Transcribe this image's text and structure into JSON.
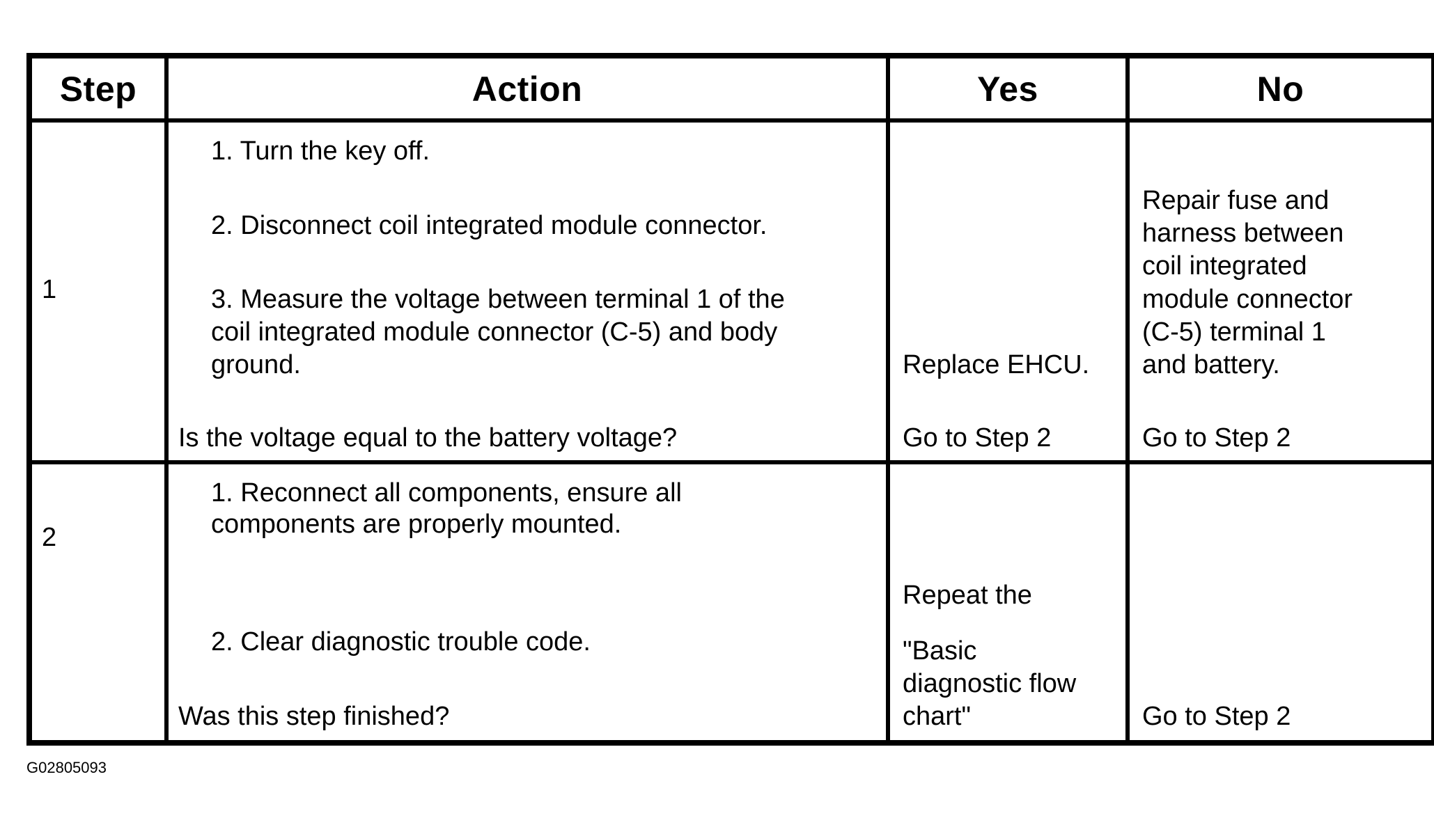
{
  "headers": {
    "step": "Step",
    "action": "Action",
    "yes": "Yes",
    "no": "No"
  },
  "rows": [
    {
      "step": "1",
      "action_items": [
        "1. Turn the key off.",
        "2. Disconnect coil integrated module connector.",
        "3. Measure the voltage between terminal 1 of the",
        "coil integrated module connector (C-5) and body",
        "ground."
      ],
      "question": "Is the voltage equal to the battery voltage?",
      "yes_lines": [
        "Replace EHCU."
      ],
      "yes_goto": "Go to Step 2",
      "no_lines": [
        "Repair fuse and",
        "harness between",
        "coil integrated",
        "module connector",
        "(C-5) terminal 1",
        "and battery."
      ],
      "no_goto": "Go to Step 2"
    },
    {
      "step": "2",
      "action_items": [
        "1. Reconnect all components, ensure all",
        "components are properly mounted.",
        "2. Clear diagnostic trouble code."
      ],
      "question": "Was this step finished?",
      "yes_lines": [
        "Repeat the",
        "\"Basic",
        "diagnostic flow",
        "chart\""
      ],
      "no_goto": "Go to Step 2"
    }
  ],
  "figure_id": "G02805093"
}
